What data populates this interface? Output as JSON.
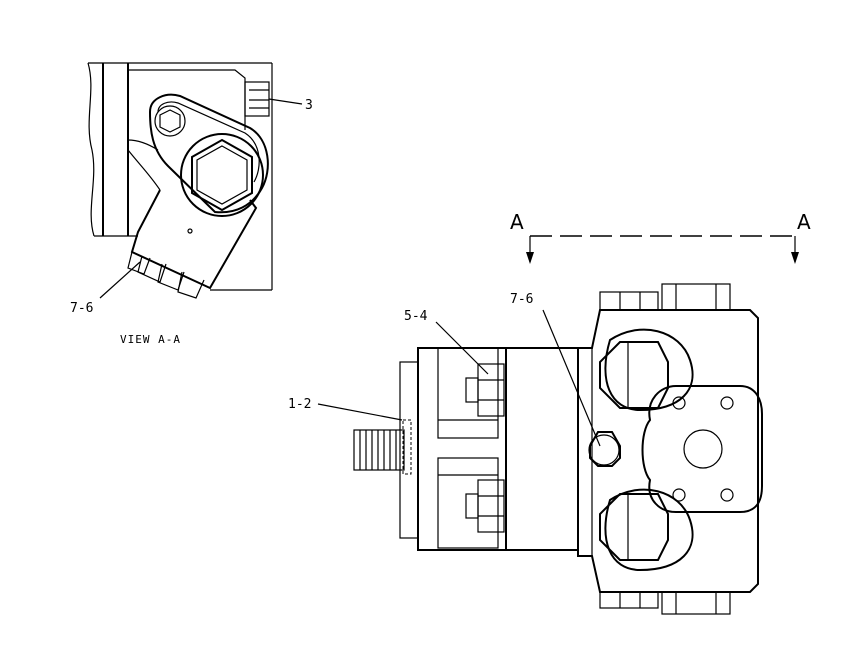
{
  "callouts": {
    "view_part_3": "3",
    "view_part_7_6": "7-6",
    "main_part_5_4": "5-4",
    "main_part_7_6": "7-6",
    "main_part_1_2": "1-2"
  },
  "section_marks": {
    "left": "A",
    "right": "A"
  },
  "view_caption": "VIEW A-A"
}
